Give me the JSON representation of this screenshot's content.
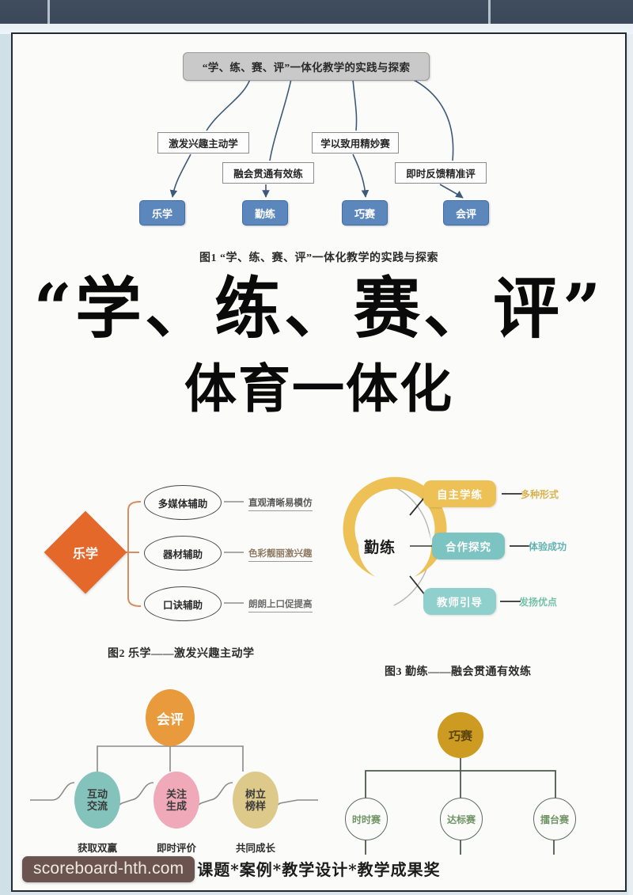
{
  "watermark": {
    "text": "scoreboard-hth.com"
  },
  "poster": {
    "big_title": "“学、练、赛、评”",
    "big_subtitle": "体育一体化",
    "bottom_line": "课题*案例*教学设计*教学成果奖"
  },
  "figure1": {
    "caption": "图1  “学、练、赛、评”一体化教学的实践与探索",
    "root": "“学、练、赛、评”一体化教学的实践与探索",
    "middle": [
      "激发兴趣主动学",
      "融会贯通有效练",
      "学以致用精妙赛",
      "即时反馈精准评"
    ],
    "leaves": [
      "乐学",
      "勤练",
      "巧赛",
      "会评"
    ],
    "colors": {
      "root_fill": "#c9c9c9",
      "leaf_fill": "#5b87bd",
      "connector": "#3d5a78"
    }
  },
  "figure2": {
    "caption": "图2  乐学——激发兴趣主动学",
    "center": "乐学",
    "nodes": [
      "多媒体辅助",
      "器材辅助",
      "口诀辅助"
    ],
    "notes": [
      "直观清晰易模仿",
      "色彩靓丽激兴趣",
      "朗朗上口促提高"
    ],
    "colors": {
      "diamond": "#e4682a",
      "bracket": "#d98c5f"
    }
  },
  "figure3": {
    "caption": "图3  勤练——融会贯通有效练",
    "center": "勤练",
    "nodes": [
      "自主学练",
      "合作探究",
      "教师引导"
    ],
    "notes": [
      "多种形式",
      "体验成功",
      "发扬优点"
    ],
    "colors": {
      "ring_gold": "#edc156",
      "ring_teal": "#61b3b3",
      "pill_gold": "#edc156",
      "pill_teal": "#7cc4c2",
      "pill_mint": "#8fd0cc"
    }
  },
  "figure4": {
    "center": "会评",
    "nodes": [
      {
        "line1": "互动",
        "line2": "交流",
        "note": "获取双赢",
        "color": "#84c3bb"
      },
      {
        "line1": "关注",
        "line2": "生成",
        "note": "即时评价",
        "color": "#efa9b8"
      },
      {
        "line1": "树立",
        "line2": "榜样",
        "note": "共同成长",
        "color": "#ddc98a"
      }
    ],
    "colors": {
      "top_circle": "#e89a3c",
      "connector": "#8a8a8a"
    }
  },
  "figure5": {
    "center": "巧赛",
    "nodes": [
      "时时赛",
      "达标赛",
      "擂台赛"
    ],
    "colors": {
      "top_circle": "#cd9a22",
      "node_text": "#6f9464",
      "connector": "#4e5a4c"
    }
  }
}
